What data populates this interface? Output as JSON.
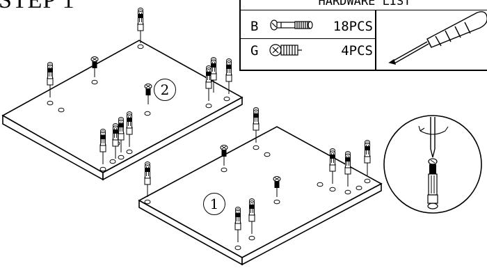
{
  "step_title": "STEP 1",
  "hardware_list": {
    "title": "HARDWARE LIST",
    "items": [
      {
        "letter": "B",
        "count": "18PCS",
        "icon": "cam-dowel-icon"
      },
      {
        "letter": "G",
        "count": "4PCS",
        "icon": "cam-lock-screw-icon"
      }
    ],
    "tool_icon": "screwdriver-icon"
  },
  "panel_labels": [
    "1",
    "2"
  ],
  "detail_icon": "cam-lock-detail-icon"
}
